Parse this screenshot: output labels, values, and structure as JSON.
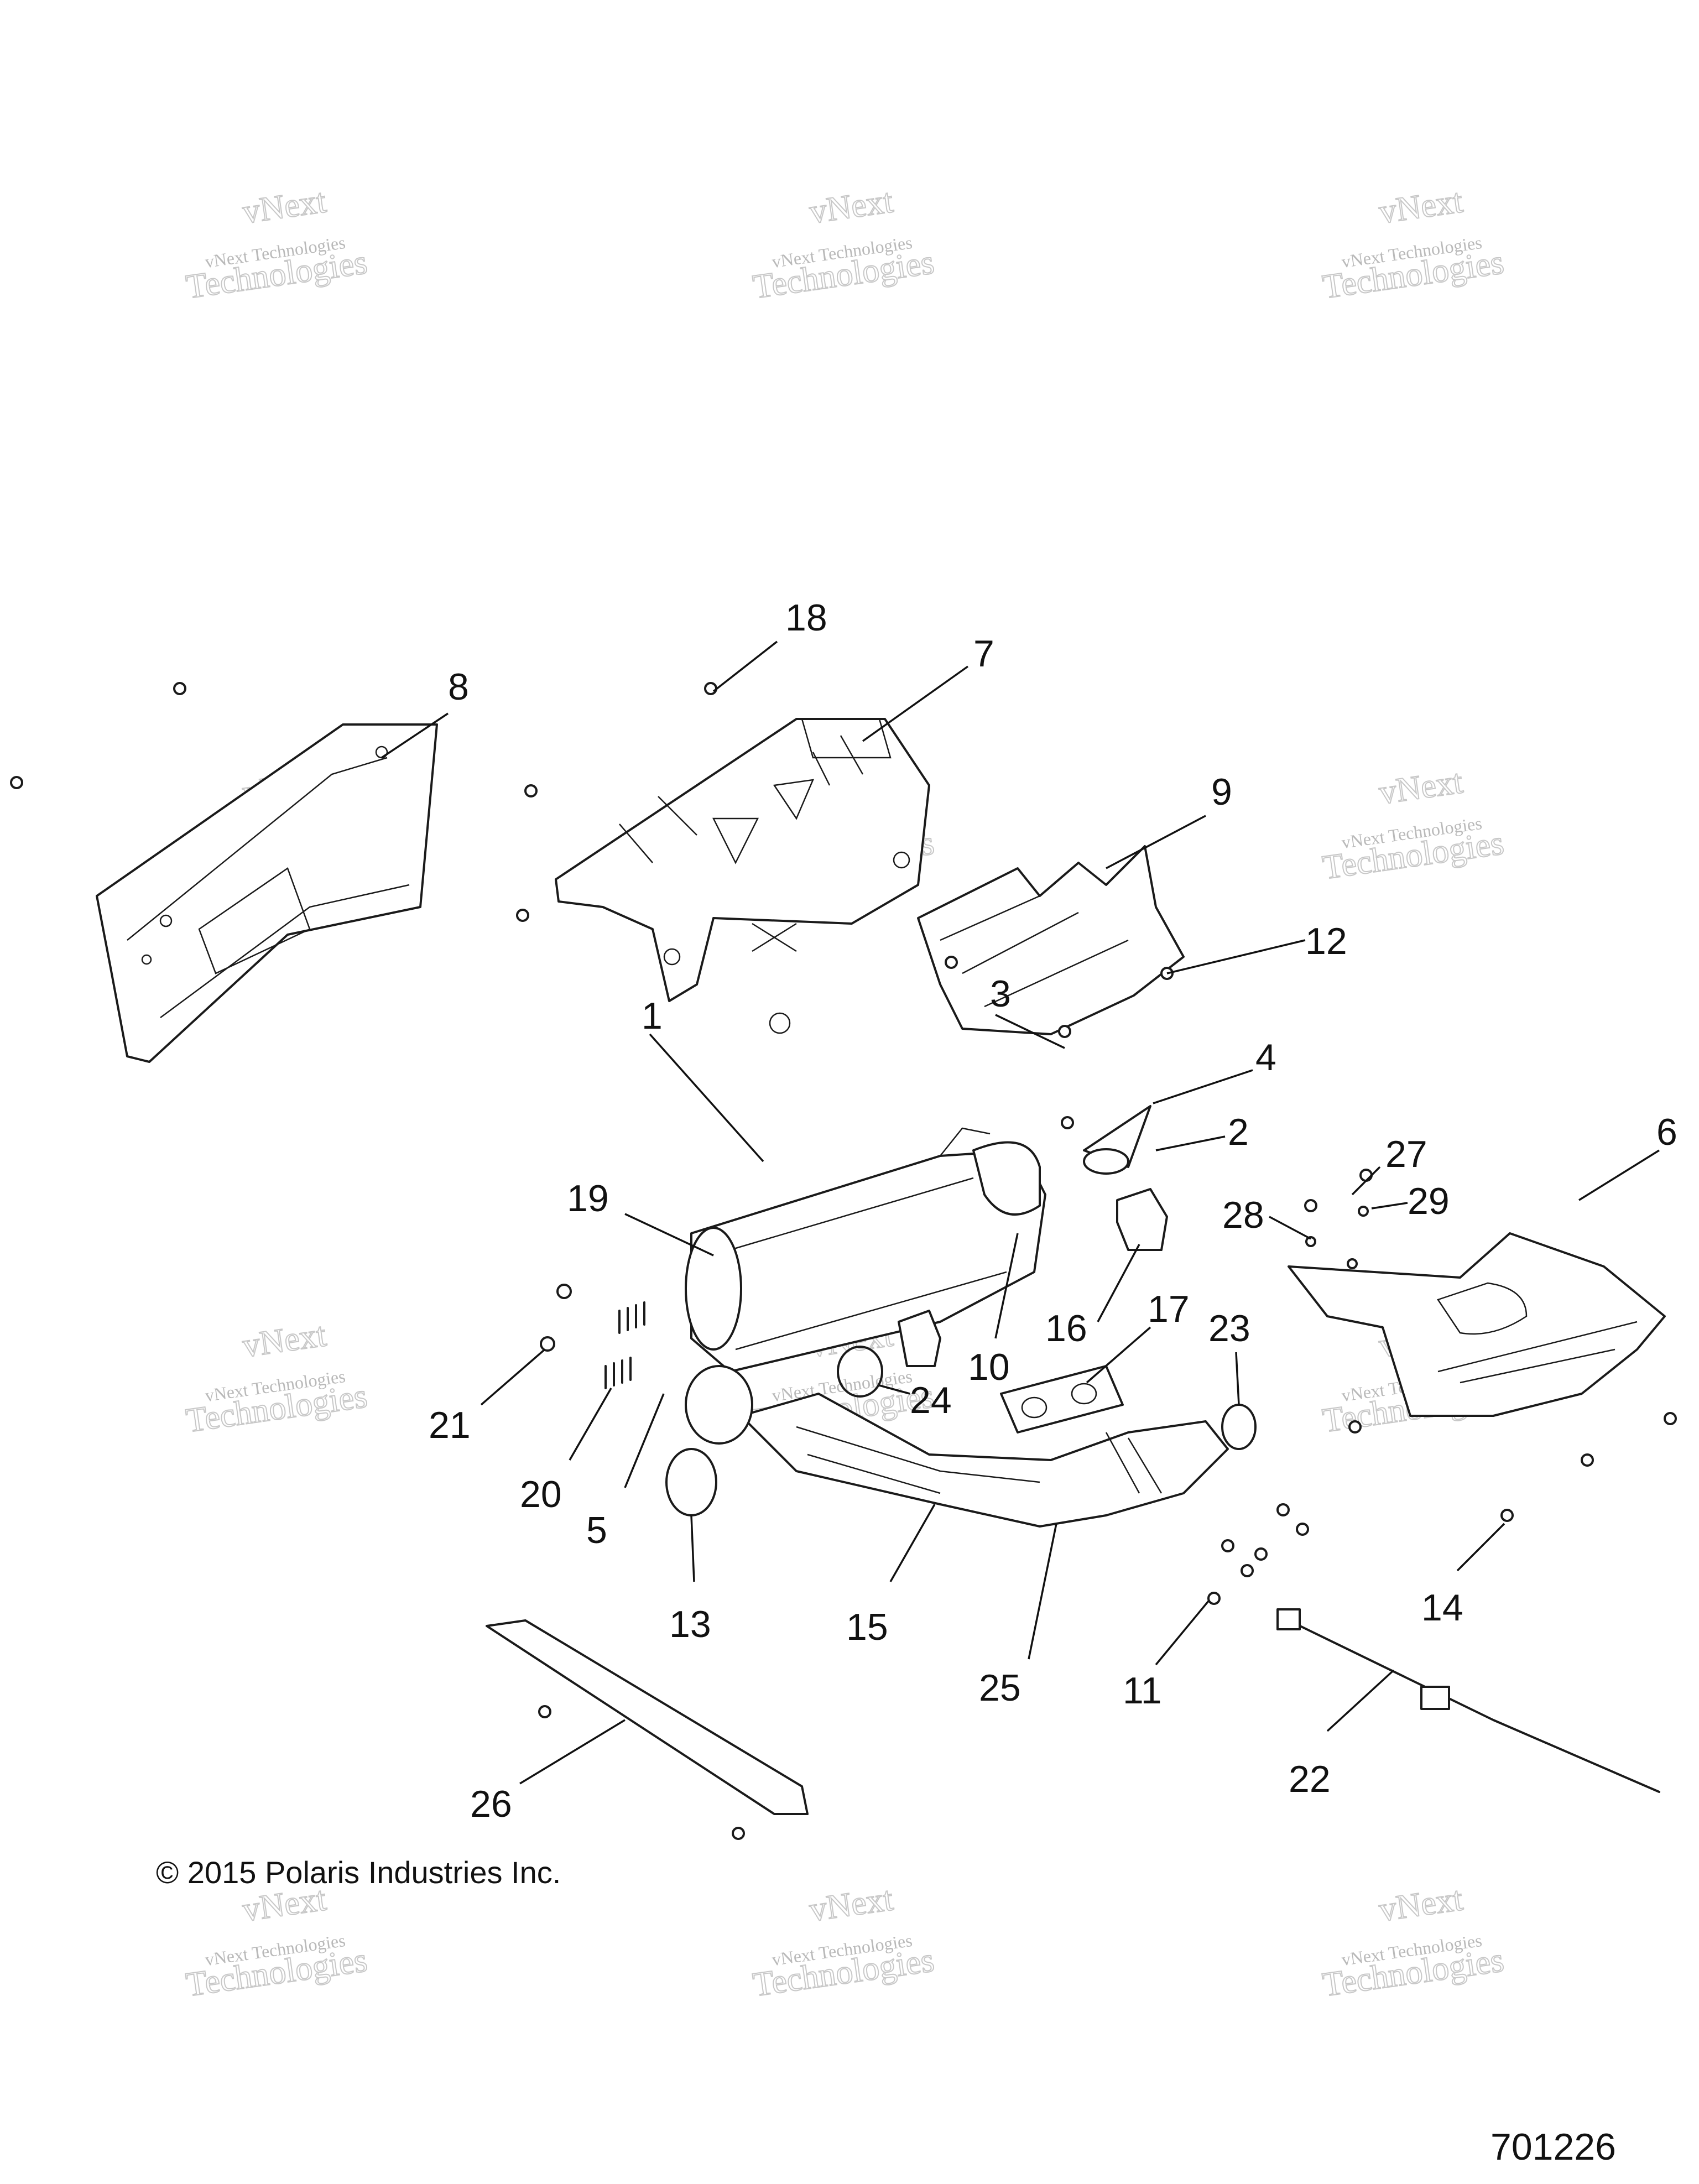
{
  "callouts": [
    {
      "label": "1"
    },
    {
      "label": "2"
    },
    {
      "label": "3"
    },
    {
      "label": "4"
    },
    {
      "label": "5"
    },
    {
      "label": "6"
    },
    {
      "label": "7"
    },
    {
      "label": "8"
    },
    {
      "label": "9"
    },
    {
      "label": "10"
    },
    {
      "label": "11"
    },
    {
      "label": "12"
    },
    {
      "label": "13"
    },
    {
      "label": "14"
    },
    {
      "label": "15"
    },
    {
      "label": "16"
    },
    {
      "label": "17"
    },
    {
      "label": "18"
    },
    {
      "label": "19"
    },
    {
      "label": "20"
    },
    {
      "label": "21"
    },
    {
      "label": "22"
    },
    {
      "label": "23"
    },
    {
      "label": "24"
    },
    {
      "label": "25"
    },
    {
      "label": "26"
    },
    {
      "label": "27"
    },
    {
      "label": "28"
    },
    {
      "label": "29"
    }
  ],
  "watermark": {
    "line1": "vNext Technologies",
    "line2": "vNext",
    "line3": "Technologies"
  },
  "footer": {
    "copyright": "© 2015 Polaris Industries Inc.",
    "drawing_number": "701226"
  }
}
